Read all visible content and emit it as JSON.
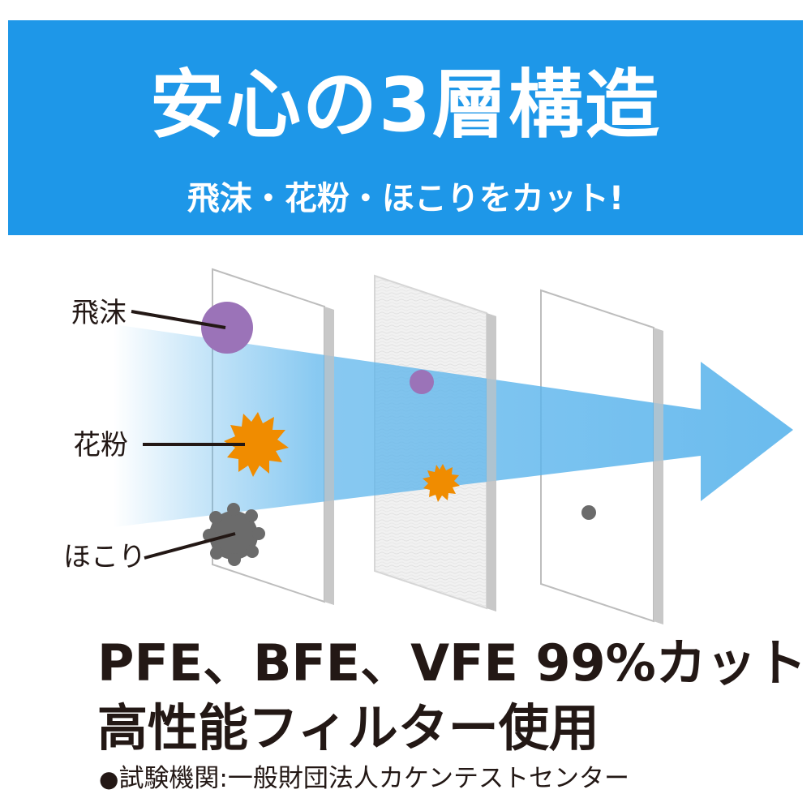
{
  "banner": {
    "title": "安心の3層構造",
    "subtitle": "飛沫・花粉・ほこりをカット!",
    "background_color": "#1e97e8"
  },
  "diagram": {
    "labels": {
      "droplet": "飛沫",
      "pollen": "花粉",
      "dust": "ほこり"
    },
    "colors": {
      "droplet": "#9b73b8",
      "pollen": "#f08c00",
      "dust": "#6b6b6b",
      "arrow": "#5ab4ec"
    },
    "layers": 3
  },
  "footer": {
    "line1": "PFE、BFE、VFE 99%カット",
    "line2": "高性能フィルター使用",
    "bullet": "●",
    "note": "試験機関:一般財団法人カケンテストセンター"
  }
}
